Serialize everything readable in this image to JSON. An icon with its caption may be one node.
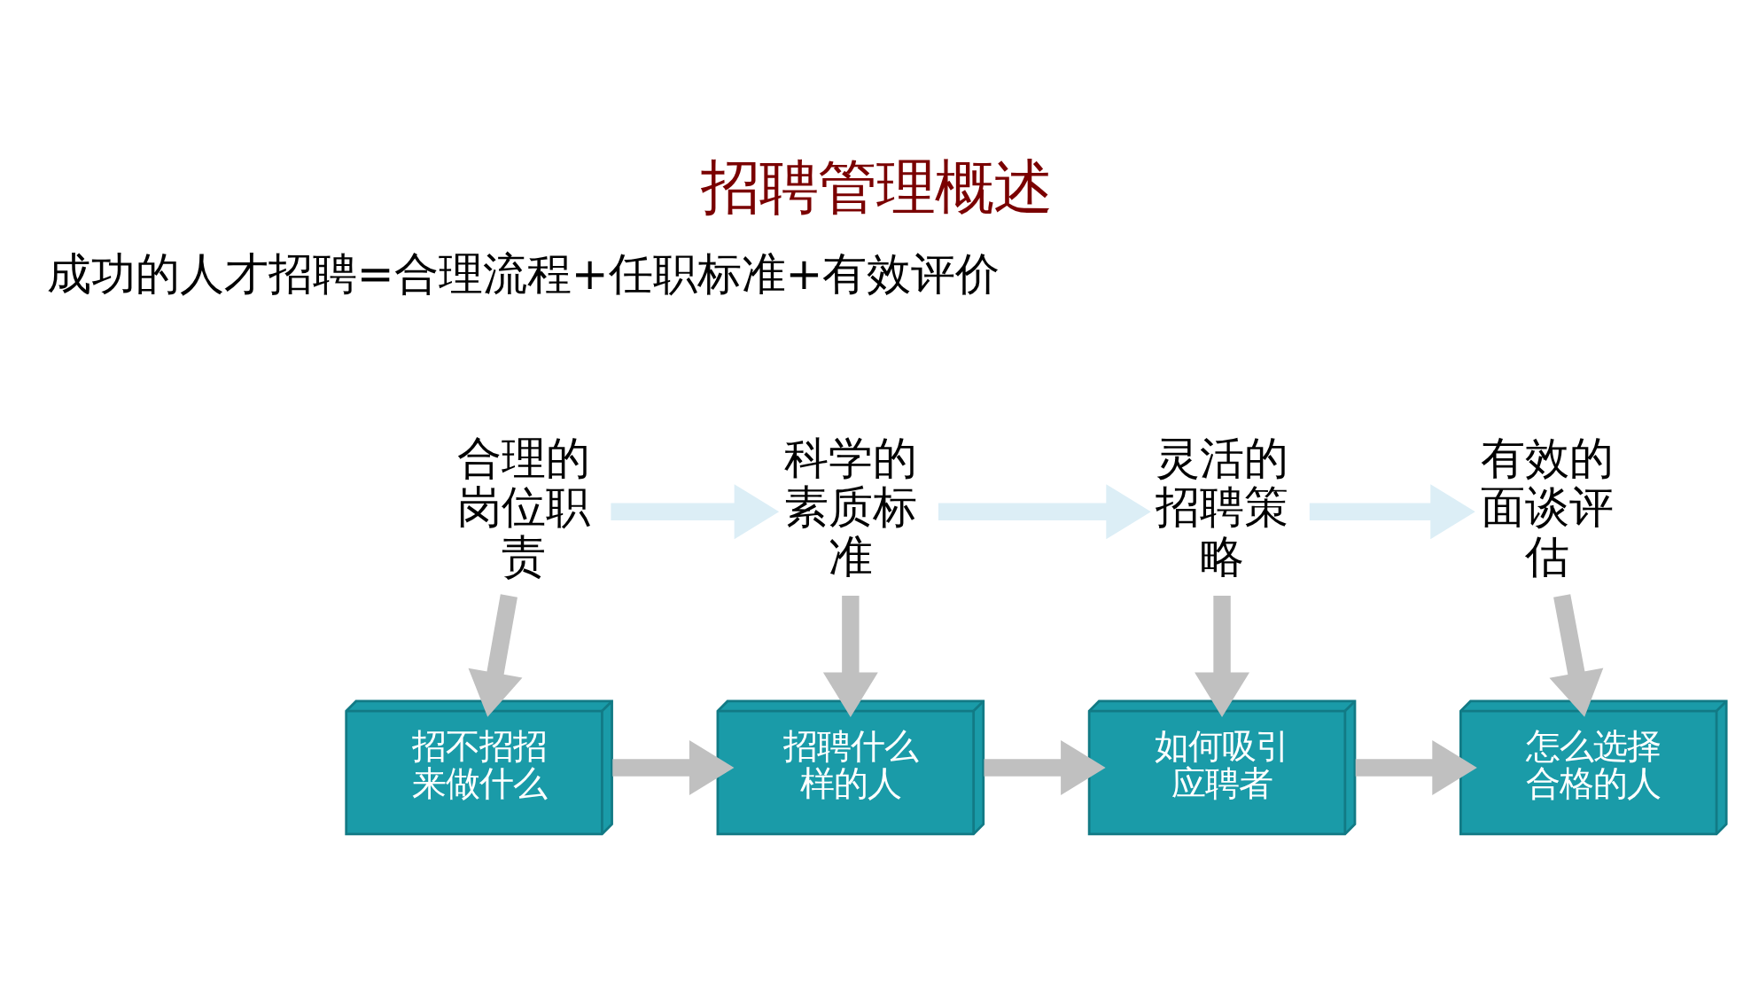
{
  "diagram": {
    "title": "招聘管理概述",
    "nodes": [
      {
        "text": [
          "合理的岗位职责"
        ]
      },
      {
        "text": [
          "科学的素质标准"
        ]
      },
      {
        "text": [
          "灵活的招聘策略"
        ]
      },
      {
        "text": [
          "有效的面谈评估"
        ]
      },
      {
        "text": [
          "招不招招来做什么"
        ]
      },
      {
        "text": [
          "招聘什么样的人"
        ]
      },
      {
        "text": [
          "如何吸引应聘者"
        ]
      },
      {
        "text": [
          "怎么选择合格的人"
        ]
      }
    ],
    "edges": [
      {
        "from": 0,
        "to": 1,
        "arrow": "to",
        "color": "#dceef6"
      },
      {
        "from": 1,
        "to": 2,
        "arrow": "to",
        "color": "#dceef6"
      },
      {
        "from": 2,
        "to": 3,
        "arrow": "to",
        "color": "#dceef6"
      },
      {
        "from": 0,
        "to": 4,
        "arrow": "to"
      },
      {
        "from": 1,
        "to": 5,
        "arrow": "to"
      },
      {
        "from": 2,
        "to": 6,
        "arrow": "to"
      },
      {
        "from": 3,
        "to": 7,
        "arrow": "to"
      },
      {
        "from": 4,
        "to": 5,
        "arrow": "to"
      },
      {
        "from": 5,
        "to": 6,
        "arrow": "to"
      },
      {
        "from": 6,
        "to": 7,
        "arrow": "to"
      }
    ],
    "labels": [
      "成功的人才招聘=合理流程+任职标准+有效评价"
    ]
  }
}
